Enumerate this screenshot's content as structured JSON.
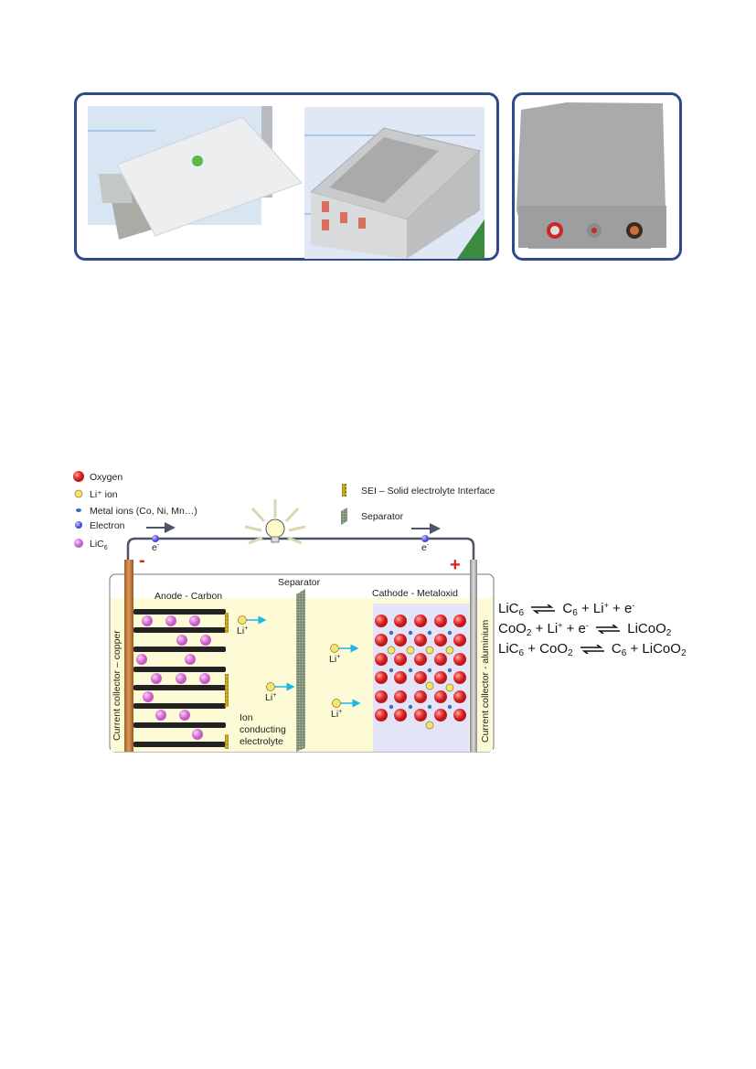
{
  "photos": {
    "items": [
      {
        "name": "pouch-cell-photo"
      },
      {
        "name": "battery-module-photo"
      },
      {
        "name": "prismatic-cell-photo"
      }
    ],
    "frame_color": "#2f4a8a"
  },
  "diagram": {
    "legend": [
      {
        "label": "Oxygen",
        "color": "#e83a3a"
      },
      {
        "label": "Li⁺ ion",
        "color": "#f5e36a"
      },
      {
        "label": "Metal ions (Co, Ni, Mn…)",
        "color": "#3a6fb5"
      },
      {
        "label": "Electron",
        "color": "#6a6ae8"
      },
      {
        "label": "LiC",
        "sub": "6",
        "color": "#d97ad9"
      }
    ],
    "legend_right": [
      {
        "label": "SEI – Solid electrolyte Interface"
      },
      {
        "label": "Separator"
      }
    ],
    "electron_label": "e",
    "electron_sup": "-",
    "minus": "-",
    "plus": "+",
    "separator_label": "Separator",
    "anode_label": "Anode - Carbon",
    "cathode_label": "Cathode - Metaloxid",
    "li_label": "Li",
    "li_sup": "+",
    "electrolyte_lines": [
      "Ion",
      "conducting",
      "electrolyte"
    ],
    "copper_label": "Current collector – copper",
    "aluminium_label": "Current collector - aluminium"
  },
  "equations": {
    "eq1": {
      "left": "LiC",
      "left_sub": "6",
      "right_a": "C",
      "right_sub": "6",
      "right_b": " + Li",
      "sup1": "+",
      "right_c": " + e",
      "sup2": "-"
    },
    "eq2": {
      "a": "CoO",
      "a_sub": "2",
      "b": " + Li",
      "sup1": "+",
      "c": " + e",
      "sup2": "-",
      "right": "LiCoO",
      "right_sub": "2"
    },
    "eq3": {
      "a": "LiC",
      "a_sub": "6",
      "b": " + CoO",
      "b_sub": "2",
      "c": "C",
      "c_sub": "6",
      "d": " + LiCoO",
      "d_sub": "2"
    }
  }
}
